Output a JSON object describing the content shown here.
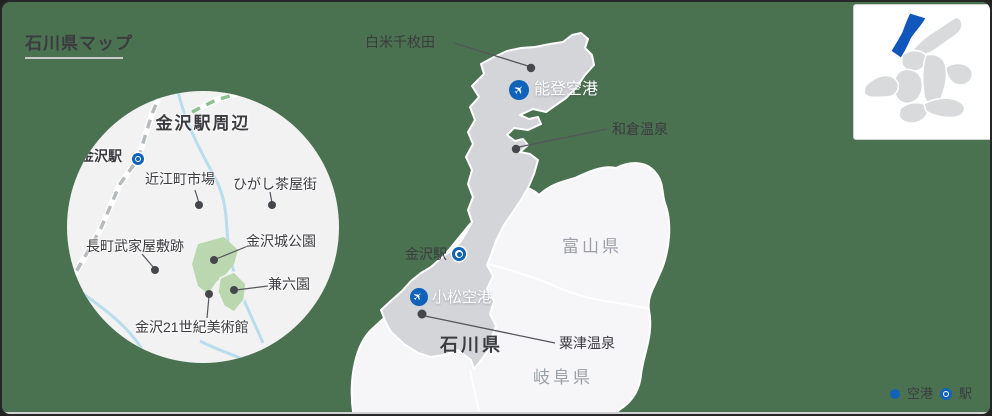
{
  "header": {
    "title": "石川県マップ"
  },
  "colors": {
    "sea": "#4a7251",
    "land-main": "#d4d5d8",
    "land-neighbor": "#f6f6f8",
    "circle-bg": "#f2f2f2",
    "accent-blue": "#1063b8",
    "locator-blue": "#0f57ba",
    "text-dark": "#3b3b40",
    "text-muted": "#9aa0a5",
    "dot": "#46474c",
    "leader": "#55565b",
    "river": "#b8dded",
    "park-green": "#bad7b0",
    "rail-gray": "#b7babc",
    "rail-green": "#8fc08f",
    "bottom-bar": "#d0d1d2",
    "land-locator": "#d9dadb"
  },
  "station_area_inset": {
    "title": "金沢駅周辺",
    "station_label": "金沢駅",
    "places": {
      "omicho_market": "近江町市場",
      "higashi_chaya": "ひがし茶屋街",
      "nagamachi": "長町武家屋敷跡",
      "castle_park": "金沢城公園",
      "kenrokuen": "兼六園",
      "museum21": "金沢21世紀美術館"
    }
  },
  "main_map": {
    "prefecture_labels": {
      "toyama": "富山県",
      "ishikawa": "石川県",
      "gifu": "岐阜県"
    },
    "airports": {
      "noto": "能登空港",
      "komatsu": "小松空港"
    },
    "station_label": "金沢駅",
    "spots": {
      "shiroyone_senmaida": "白米千枚田",
      "wakura_onsen": "和倉温泉",
      "awazu_onsen": "粟津温泉"
    }
  },
  "legend": {
    "airport": "空港",
    "station": "駅"
  }
}
